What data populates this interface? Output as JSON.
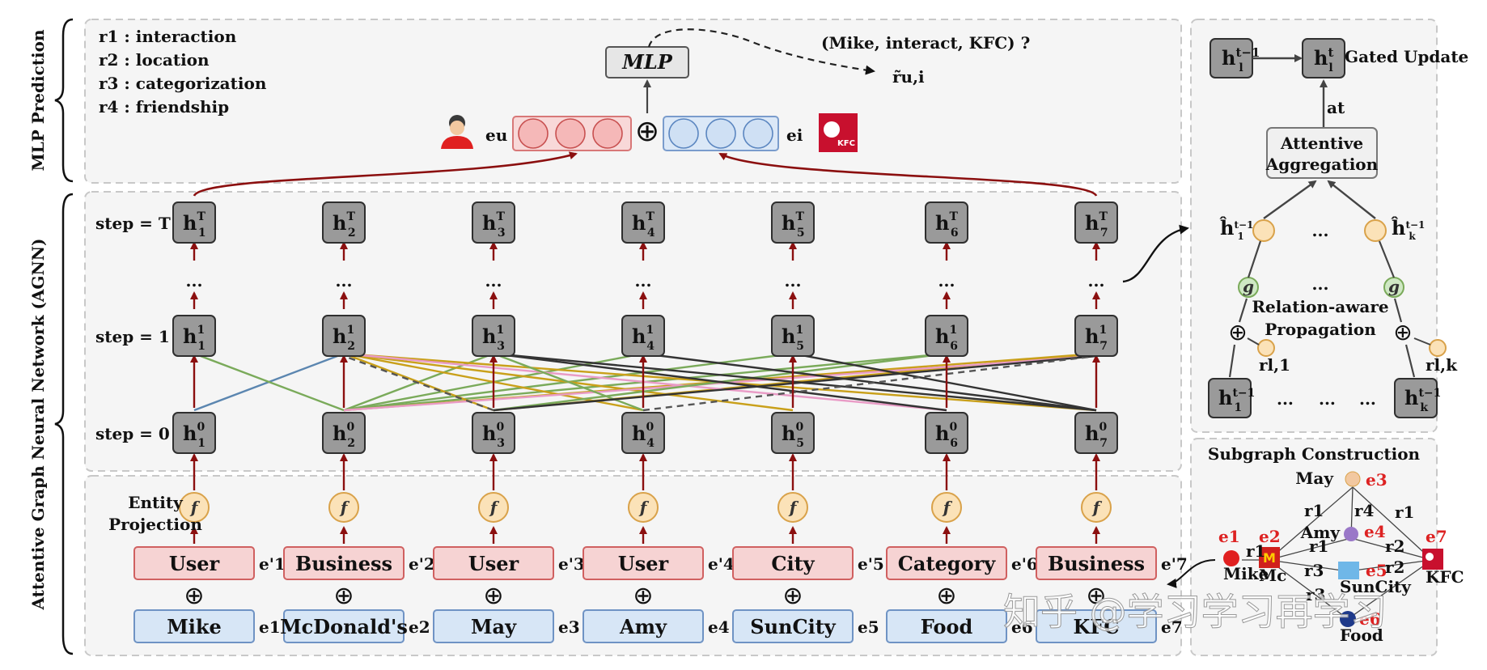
{
  "panels": {
    "mlp_prediction": "MLP Prediction",
    "agnn": "Attentive Graph Neural Network (AGNN)",
    "subgraph_construction": "Subgraph Construction"
  },
  "relations": [
    {
      "key": "r1",
      "text": " : interaction"
    },
    {
      "key": "r2",
      "text": " : location"
    },
    {
      "key": "r3",
      "text": " : categorization"
    },
    {
      "key": "r4",
      "text": " : friendship"
    }
  ],
  "mlp": {
    "label": "MLP",
    "query": "(Mike, interact, KFC) ?",
    "output": "r̃u,i",
    "eu": "eu",
    "ei": "ei",
    "kfc_logo_text": "KFC"
  },
  "steps": {
    "T": "step = T",
    "one": "step = 1",
    "zero": "step = 0"
  },
  "ellipsis": "...",
  "entity_projection": [
    "Entity",
    "Projection"
  ],
  "f_symbol": "f",
  "plus_symbol": "⊕",
  "types": [
    "User",
    "Business",
    "User",
    "User",
    "City",
    "Category",
    "Business"
  ],
  "entities": [
    "Mike",
    "McDonald's",
    "May",
    "Amy",
    "SunCity",
    "Food",
    "KFC"
  ],
  "type_ids": [
    "e'1",
    "e'2",
    "e'3",
    "e'4",
    "e'5",
    "e'6",
    "e'7"
  ],
  "entity_ids": [
    "e1",
    "e2",
    "e3",
    "e4",
    "e5",
    "e6",
    "e7"
  ],
  "edge_colors": {
    "green": "#7aaa5a",
    "gold": "#c9a01a",
    "pink": "#e99bc6",
    "black": "#333333",
    "blue": "#5b86b0",
    "dark_red": "#8b0f0f"
  },
  "right_panel": {
    "gated_update": "Gated Update",
    "attentive": "Attentive",
    "aggregation": "Aggregation",
    "relation_aware": "Relation-aware",
    "propagation": "Propagation",
    "g": "g",
    "a_label": "at",
    "r_l1": "rl,1",
    "r_lk": "rl,k"
  },
  "subgraph": {
    "nodes": [
      {
        "name": "May",
        "id": "e3"
      },
      {
        "name": "Amy",
        "id": "e4"
      },
      {
        "name": "Mike",
        "id": "e1"
      },
      {
        "name": "Mc",
        "id": "e2"
      },
      {
        "name": "SunCity",
        "id": "e5"
      },
      {
        "name": "KFC",
        "id": "e7"
      },
      {
        "name": "Food",
        "id": "e6"
      }
    ],
    "edge_labels": [
      "r1",
      "r1",
      "r1",
      "r1",
      "r2",
      "r2",
      "r3",
      "r3",
      "r4"
    ]
  },
  "watermark": "知乎 @学习学习再学习"
}
